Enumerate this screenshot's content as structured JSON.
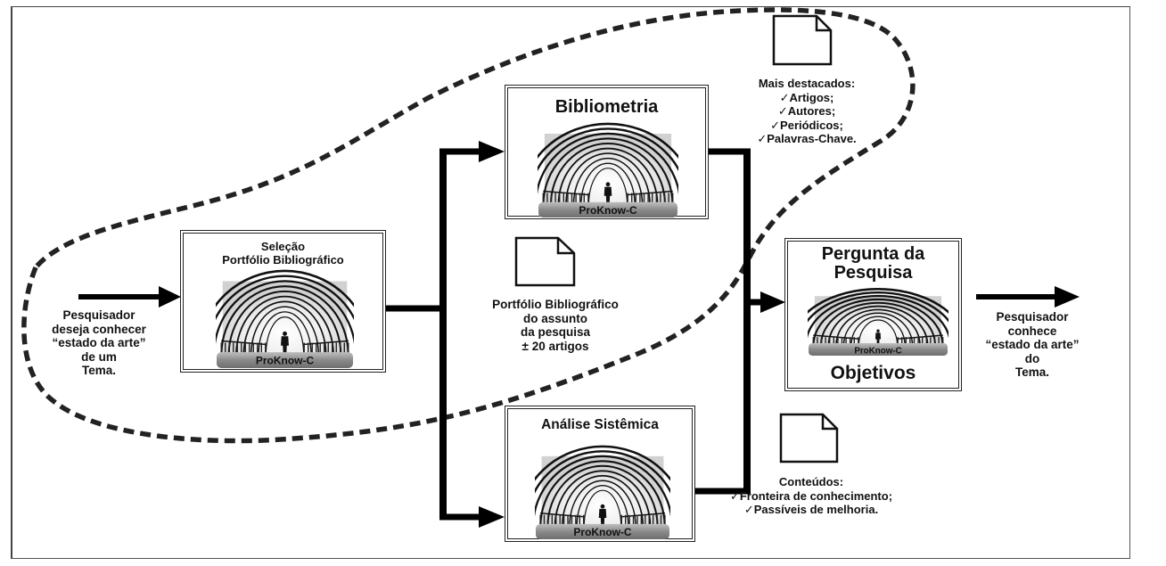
{
  "diagram": {
    "start": {
      "lines": [
        "Pesquisador",
        "deseja conhecer",
        "“estado da arte”",
        "de um",
        "Tema."
      ]
    },
    "selection_box": {
      "title_lines": [
        "Seleção",
        "Portfólio Bibliográfico"
      ],
      "badge": "ProKnow-C"
    },
    "bibliometrics_box": {
      "title": "Bibliometria",
      "badge": "ProKnow-C"
    },
    "systemic_box": {
      "title": "Análise Sistêmica",
      "badge": "ProKnow-C"
    },
    "question_box": {
      "title_lines": [
        "Pergunta da",
        "Pesquisa"
      ],
      "badge": "ProKnow-C",
      "footer": "Objetivos"
    },
    "portfolio_doc": {
      "icon": "document-icon",
      "lines": [
        "Portfólio Bibliográfico",
        "do assunto",
        "da pesquisa",
        "± 20 artigos"
      ]
    },
    "bibliometrics_doc": {
      "icon": "document-icon",
      "heading": "Mais destacados:",
      "items": [
        "Artigos;",
        "Autores;",
        "Periódicos;",
        "Palavras-Chave."
      ],
      "check": "✓"
    },
    "systemic_doc": {
      "icon": "document-icon",
      "heading": "Conteúdos:",
      "items": [
        "Fronteira de conhecimento;",
        "Passíveis de melhoria."
      ],
      "check": "✓"
    },
    "end": {
      "lines": [
        "Pesquisador",
        "conhece",
        "“estado da arte”",
        "do",
        "Tema."
      ]
    }
  }
}
